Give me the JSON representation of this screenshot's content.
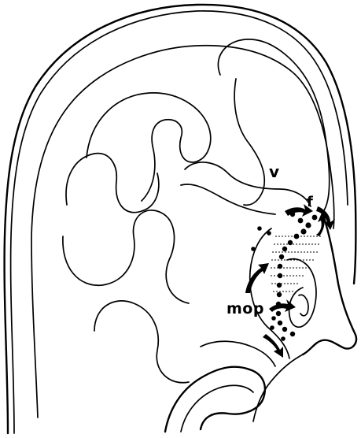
{
  "labels": {
    "ventricle": "v",
    "f": "f",
    "mop": "mop"
  }
}
